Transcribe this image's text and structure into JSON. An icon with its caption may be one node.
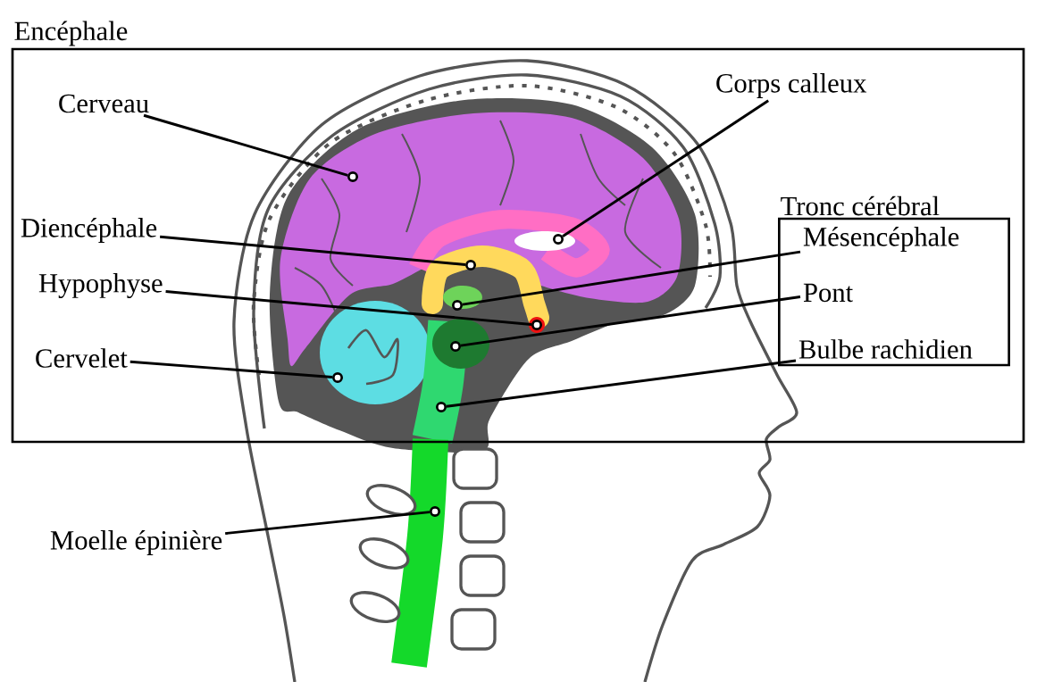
{
  "diagram": {
    "nodes": [
      {
        "text": [
          "Encéphale"
        ]
      },
      {
        "text": [
          "Cerveau"
        ],
        "in": 0
      },
      {
        "text": [
          "Corps calleux"
        ],
        "in": 0
      },
      {
        "text": [
          "Tronc cérébral"
        ],
        "in": 0
      },
      {
        "text": [
          "Diencéphale"
        ],
        "in": 0
      },
      {
        "text": [
          "Mésencéphale"
        ],
        "in": 3
      },
      {
        "text": [
          "Hypophyse"
        ],
        "in": 0
      },
      {
        "text": [
          "Pont"
        ],
        "in": 3
      },
      {
        "text": [
          "Cervelet"
        ],
        "in": 0
      },
      {
        "text": [
          "Bulbe rachidien"
        ],
        "in": 3
      },
      {
        "text": [
          "Moelle épinière"
        ]
      },
      {
        "text": [],
        "shape": "circle",
        "in": 0
      },
      {
        "text": [],
        "shape": "circle",
        "in": 0
      },
      {
        "text": [],
        "shape": "circle",
        "in": 0
      },
      {
        "text": [],
        "shape": "circle",
        "in": 0
      },
      {
        "text": [],
        "shape": "circle",
        "in": 0
      },
      {
        "text": [],
        "shape": "circle",
        "in": 0
      },
      {
        "text": [],
        "shape": "circle",
        "in": 0
      },
      {
        "text": [],
        "shape": "circle",
        "in": 0
      },
      {
        "text": [],
        "shape": "circle"
      }
    ],
    "edges": [
      {
        "from": 1,
        "to": 11,
        "arrow": "none"
      },
      {
        "from": 2,
        "to": 12,
        "arrow": "none"
      },
      {
        "from": 4,
        "to": 13,
        "arrow": "none"
      },
      {
        "from": 5,
        "to": 14,
        "arrow": "none"
      },
      {
        "from": 6,
        "to": 15,
        "arrow": "none"
      },
      {
        "from": 7,
        "to": 16,
        "arrow": "none"
      },
      {
        "from": 8,
        "to": 17,
        "arrow": "none"
      },
      {
        "from": 9,
        "to": 18,
        "arrow": "none"
      },
      {
        "from": 10,
        "to": 19,
        "arrow": "none"
      }
    ]
  }
}
